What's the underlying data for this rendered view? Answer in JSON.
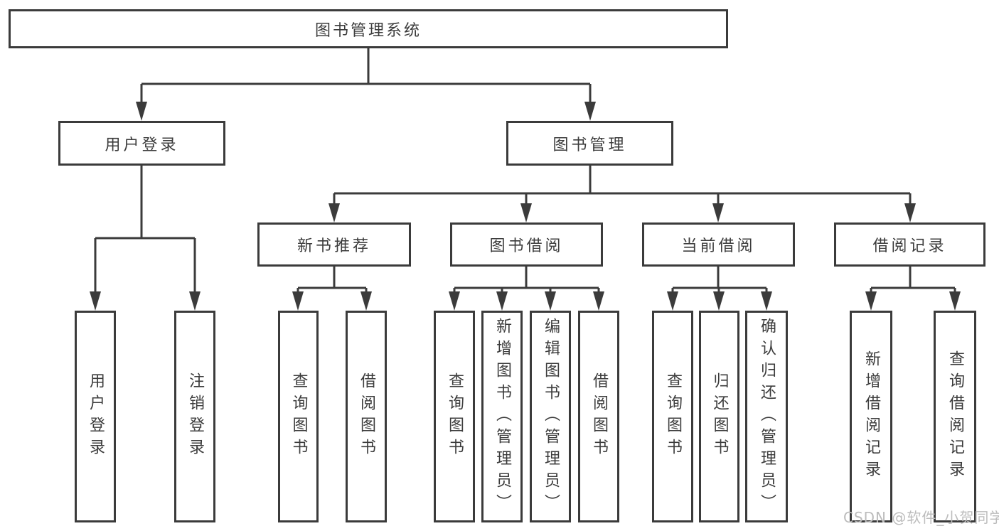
{
  "diagram": {
    "root": {
      "label": "图书管理系统"
    },
    "level2": [
      {
        "label": "用户登录"
      },
      {
        "label": "图书管理"
      }
    ],
    "level3": [
      {
        "label": "新书推荐",
        "parent": "图书管理"
      },
      {
        "label": "图书借阅",
        "parent": "图书管理"
      },
      {
        "label": "当前借阅",
        "parent": "图书管理"
      },
      {
        "label": "借阅记录",
        "parent": "图书管理"
      }
    ],
    "leaves": [
      {
        "label": "用户登录",
        "parent": "用户登录"
      },
      {
        "label": "注销登录",
        "parent": "用户登录"
      },
      {
        "label": "查询图书",
        "parent": "新书推荐"
      },
      {
        "label": "借阅图书",
        "parent": "新书推荐"
      },
      {
        "label": "查询图书",
        "parent": "图书借阅"
      },
      {
        "label": "新增图书（管理员）",
        "parent": "图书借阅"
      },
      {
        "label": "编辑图书（管理员）",
        "parent": "图书借阅"
      },
      {
        "label": "借阅图书",
        "parent": "图书借阅"
      },
      {
        "label": "查询图书",
        "parent": "当前借阅"
      },
      {
        "label": "归还图书",
        "parent": "当前借阅"
      },
      {
        "label": "确认归还（管理员）",
        "parent": "当前借阅"
      },
      {
        "label": "新增借阅记录",
        "parent": "借阅记录"
      },
      {
        "label": "查询借阅记录",
        "parent": "借阅记录"
      }
    ],
    "watermark": "CSDN @软件_小贺同学",
    "colors": {
      "line": "#3b3b3b",
      "text": "#3c3c3c",
      "watermark": "#bcbcbc",
      "background": "#ffffff"
    }
  }
}
